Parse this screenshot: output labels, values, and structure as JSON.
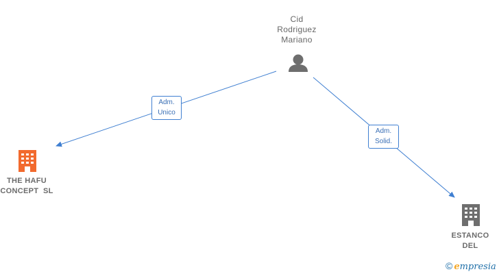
{
  "nodes": {
    "person": {
      "lines": [
        "Cid",
        "Rodriguez",
        "Mariano"
      ],
      "icon": "person-icon",
      "color": "#6e6e6e"
    },
    "hafu": {
      "lines": [
        "THE HAFU",
        "CONCEPT  SL"
      ],
      "icon": "building-icon",
      "color": "#f26a2e"
    },
    "estanco": {
      "lines": [
        "ESTANCO",
        "DEL"
      ],
      "icon": "building-icon",
      "color": "#6e6e6e"
    }
  },
  "edges": {
    "to_hafu": {
      "lines": [
        "Adm.",
        "Unico"
      ]
    },
    "to_estanco": {
      "lines": [
        "Adm.",
        "Solid."
      ]
    }
  },
  "colors": {
    "edge": "#3f7fd1"
  },
  "watermark": {
    "copyright": "©",
    "brand_first": "e",
    "brand_rest": "mpresia"
  }
}
